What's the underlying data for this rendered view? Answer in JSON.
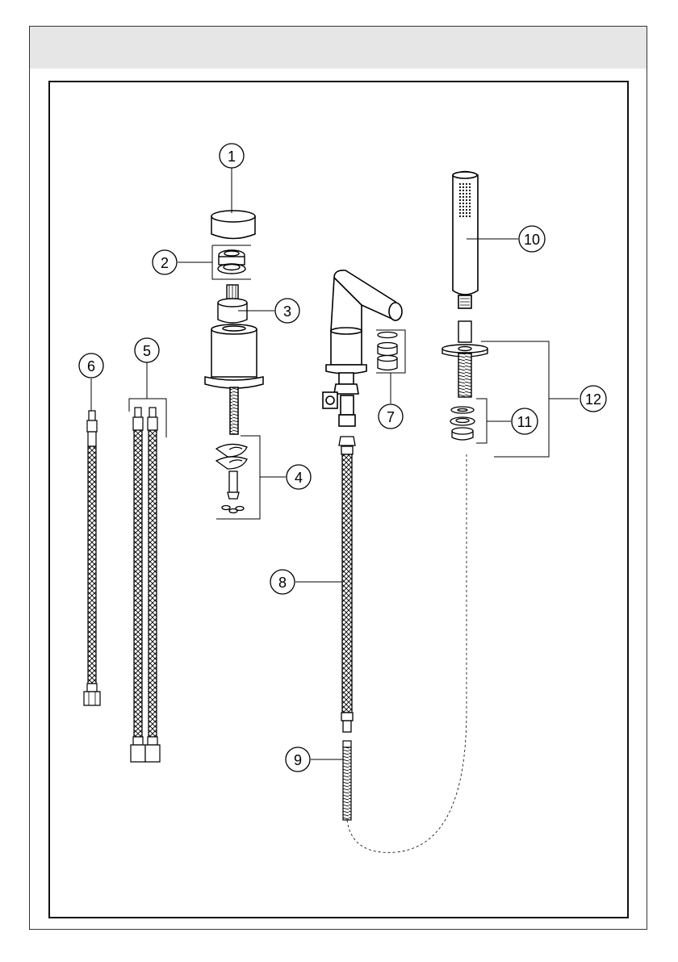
{
  "header": {
    "title": ""
  },
  "callouts": [
    {
      "id": "1",
      "label": "1"
    },
    {
      "id": "2",
      "label": "2"
    },
    {
      "id": "3",
      "label": "3"
    },
    {
      "id": "4",
      "label": "4"
    },
    {
      "id": "5",
      "label": "5"
    },
    {
      "id": "6",
      "label": "6"
    },
    {
      "id": "7",
      "label": "7"
    },
    {
      "id": "8",
      "label": "8"
    },
    {
      "id": "9",
      "label": "9"
    },
    {
      "id": "10",
      "label": "10"
    },
    {
      "id": "11",
      "label": "11"
    },
    {
      "id": "12",
      "label": "12"
    }
  ],
  "colors": {
    "ink": "#000000",
    "header": "#e6e6e6",
    "hose_fill": "#bdbdbd"
  }
}
